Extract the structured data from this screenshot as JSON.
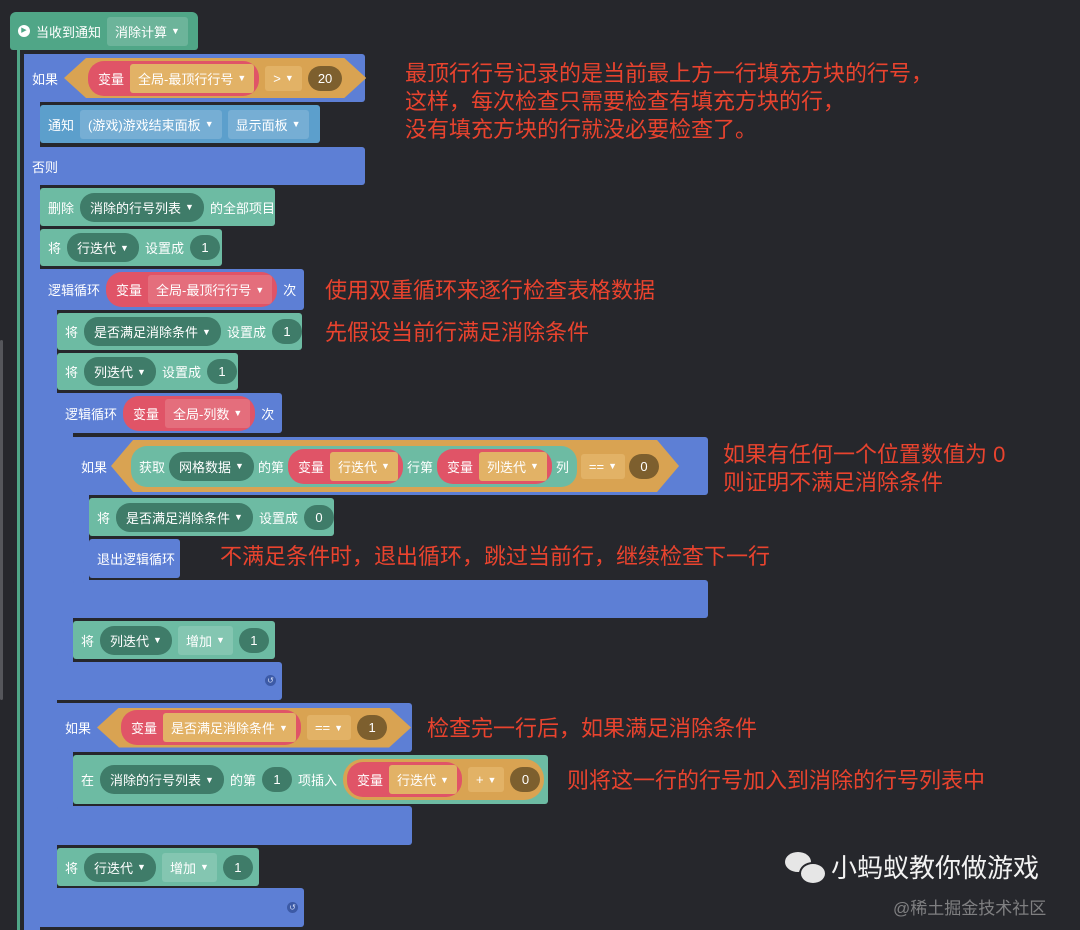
{
  "event": {
    "label": "当收到通知",
    "message": "消除计算"
  },
  "if1": {
    "label": "如果",
    "var_label": "变量",
    "var": "全局-最顶行行号",
    "op": ">",
    "value": "20"
  },
  "notify": {
    "label": "通知",
    "target": "(游戏)游戏结束面板",
    "action": "显示面板"
  },
  "else_label": "否则",
  "delete": {
    "label": "删除",
    "list": "消除的行号列表",
    "suffix": "的全部项目"
  },
  "set_row": {
    "label": "将",
    "var": "行迭代",
    "mid": "设置成",
    "value": "1"
  },
  "loop1": {
    "label": "逻辑循环",
    "var_label": "变量",
    "var": "全局-最顶行行号",
    "suffix": "次"
  },
  "set_flag1": {
    "label": "将",
    "var": "是否满足消除条件",
    "mid": "设置成",
    "value": "1"
  },
  "set_col": {
    "label": "将",
    "var": "列迭代",
    "mid": "设置成",
    "value": "1"
  },
  "loop2": {
    "label": "逻辑循环",
    "var_label": "变量",
    "var": "全局-列数",
    "suffix": "次"
  },
  "if2": {
    "label": "如果",
    "get": "获取",
    "grid": "网格数据",
    "of": "的第",
    "var_label": "变量",
    "row_var": "行迭代",
    "row_suffix": "行第",
    "col_var": "列迭代",
    "col_suffix": "列",
    "op": "==",
    "value": "0"
  },
  "set_flag0": {
    "label": "将",
    "var": "是否满足消除条件",
    "mid": "设置成",
    "value": "0"
  },
  "break_label": "退出逻辑循环",
  "inc_col": {
    "label": "将",
    "var": "列迭代",
    "op": "增加",
    "value": "1"
  },
  "if3": {
    "label": "如果",
    "var_label": "变量",
    "var": "是否满足消除条件",
    "op": "==",
    "value": "1"
  },
  "insert": {
    "label": "在",
    "list": "消除的行号列表",
    "of": "的第",
    "index": "1",
    "insert": "项插入",
    "var_label": "变量",
    "var": "行迭代",
    "op": "+",
    "value": "0"
  },
  "inc_row": {
    "label": "将",
    "var": "行迭代",
    "op": "增加",
    "value": "1"
  },
  "annotations": {
    "top": [
      "最顶行行号记录的是当前最上方一行填充方块的行号，",
      "这样，每次检查只需要检查有填充方块的行，",
      "没有填充方块的行就没必要检查了。"
    ],
    "double_loop": "使用双重循环来逐行检查表格数据",
    "assume": "先假设当前行满足消除条件",
    "zero": [
      "如果有任何一个位置数值为 0",
      "则证明不满足消除条件"
    ],
    "break": "不满足条件时，退出循环，跳过当前行，继续检查下一行",
    "after_row": "检查完一行后，如果满足消除条件",
    "add_row": "则将这一行的行号加入到消除的行号列表中"
  },
  "watermark": {
    "brand": "小蚂蚁教你做游戏",
    "site": "@稀土掘金技术社区"
  },
  "colors": {
    "background": "#26272c",
    "control": "#5d7fd5",
    "data": "#6dbba3",
    "event": "#50a687",
    "variable": "#e05467",
    "operator": "#d9a352",
    "annotation": "#e9432e"
  }
}
